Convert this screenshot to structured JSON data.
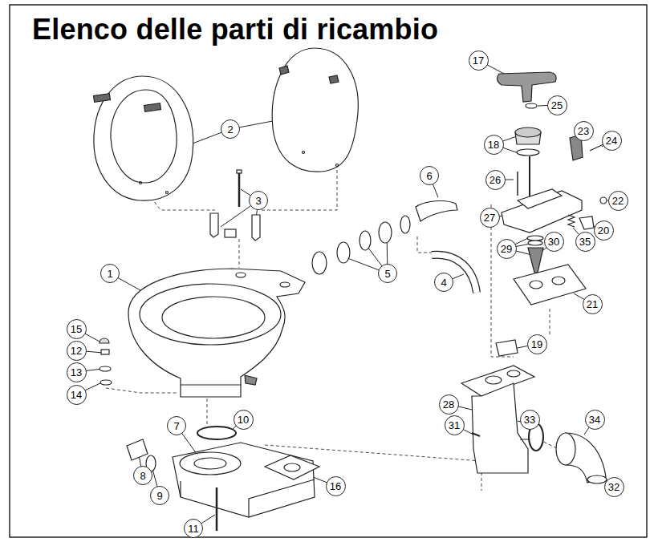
{
  "diagram": {
    "title": "Elenco delle parti di ricambio",
    "nodes": [
      {
        "text": [
          "1"
        ]
      },
      {
        "text": [
          "2"
        ]
      },
      {
        "text": [
          "3"
        ]
      },
      {
        "text": [
          "4"
        ]
      },
      {
        "text": [
          "5"
        ]
      },
      {
        "text": [
          "6"
        ]
      },
      {
        "text": [
          "7"
        ]
      },
      {
        "text": [
          "8"
        ]
      },
      {
        "text": [
          "9"
        ]
      },
      {
        "text": [
          "10"
        ]
      },
      {
        "text": [
          "11"
        ]
      },
      {
        "text": [
          "12"
        ]
      },
      {
        "text": [
          "13"
        ]
      },
      {
        "text": [
          "14"
        ]
      },
      {
        "text": [
          "15"
        ]
      },
      {
        "text": [
          "16"
        ]
      },
      {
        "text": [
          "17"
        ]
      },
      {
        "text": [
          "18"
        ]
      },
      {
        "text": [
          "19"
        ]
      },
      {
        "text": [
          "20"
        ]
      },
      {
        "text": [
          "21"
        ]
      },
      {
        "text": [
          "22"
        ]
      },
      {
        "text": [
          "23"
        ]
      },
      {
        "text": [
          "24"
        ]
      },
      {
        "text": [
          "25"
        ]
      },
      {
        "text": [
          "26"
        ]
      },
      {
        "text": [
          "27"
        ]
      },
      {
        "text": [
          "28"
        ]
      },
      {
        "text": [
          "29"
        ]
      },
      {
        "text": [
          "30"
        ]
      },
      {
        "text": [
          "31"
        ]
      },
      {
        "text": [
          "32"
        ]
      },
      {
        "text": [
          "33"
        ]
      },
      {
        "text": [
          "34"
        ]
      },
      {
        "text": [
          "35"
        ]
      }
    ]
  }
}
